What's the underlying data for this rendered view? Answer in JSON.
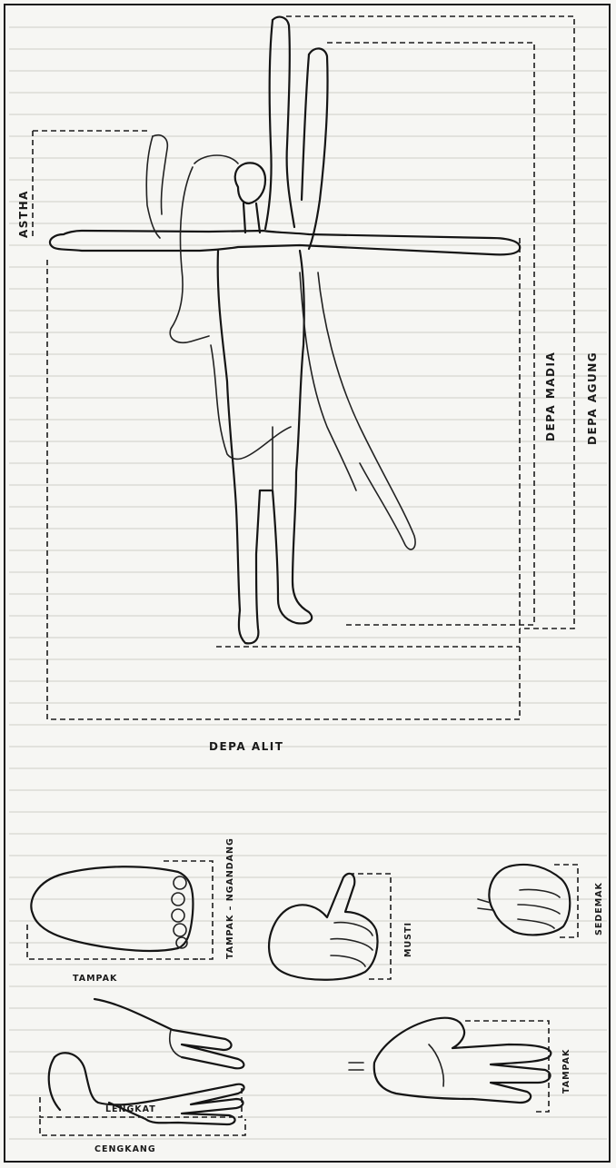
{
  "labels": {
    "astha": "ASTHA",
    "depa_madia": "DEPA MADIA",
    "depa_agung": "DEPA AGUNG",
    "depa_alit": "DEPA ALIT",
    "tampak_ngandang": "TAMPAK – NGANDANG",
    "tampak_foot": "TAMPAK",
    "musti": "MUSTI",
    "sedemak": "SEDEMAK",
    "tampak_hand": "TAMPAK",
    "lengkat": "LENGKAT",
    "cengkang": "CENGKANG"
  }
}
